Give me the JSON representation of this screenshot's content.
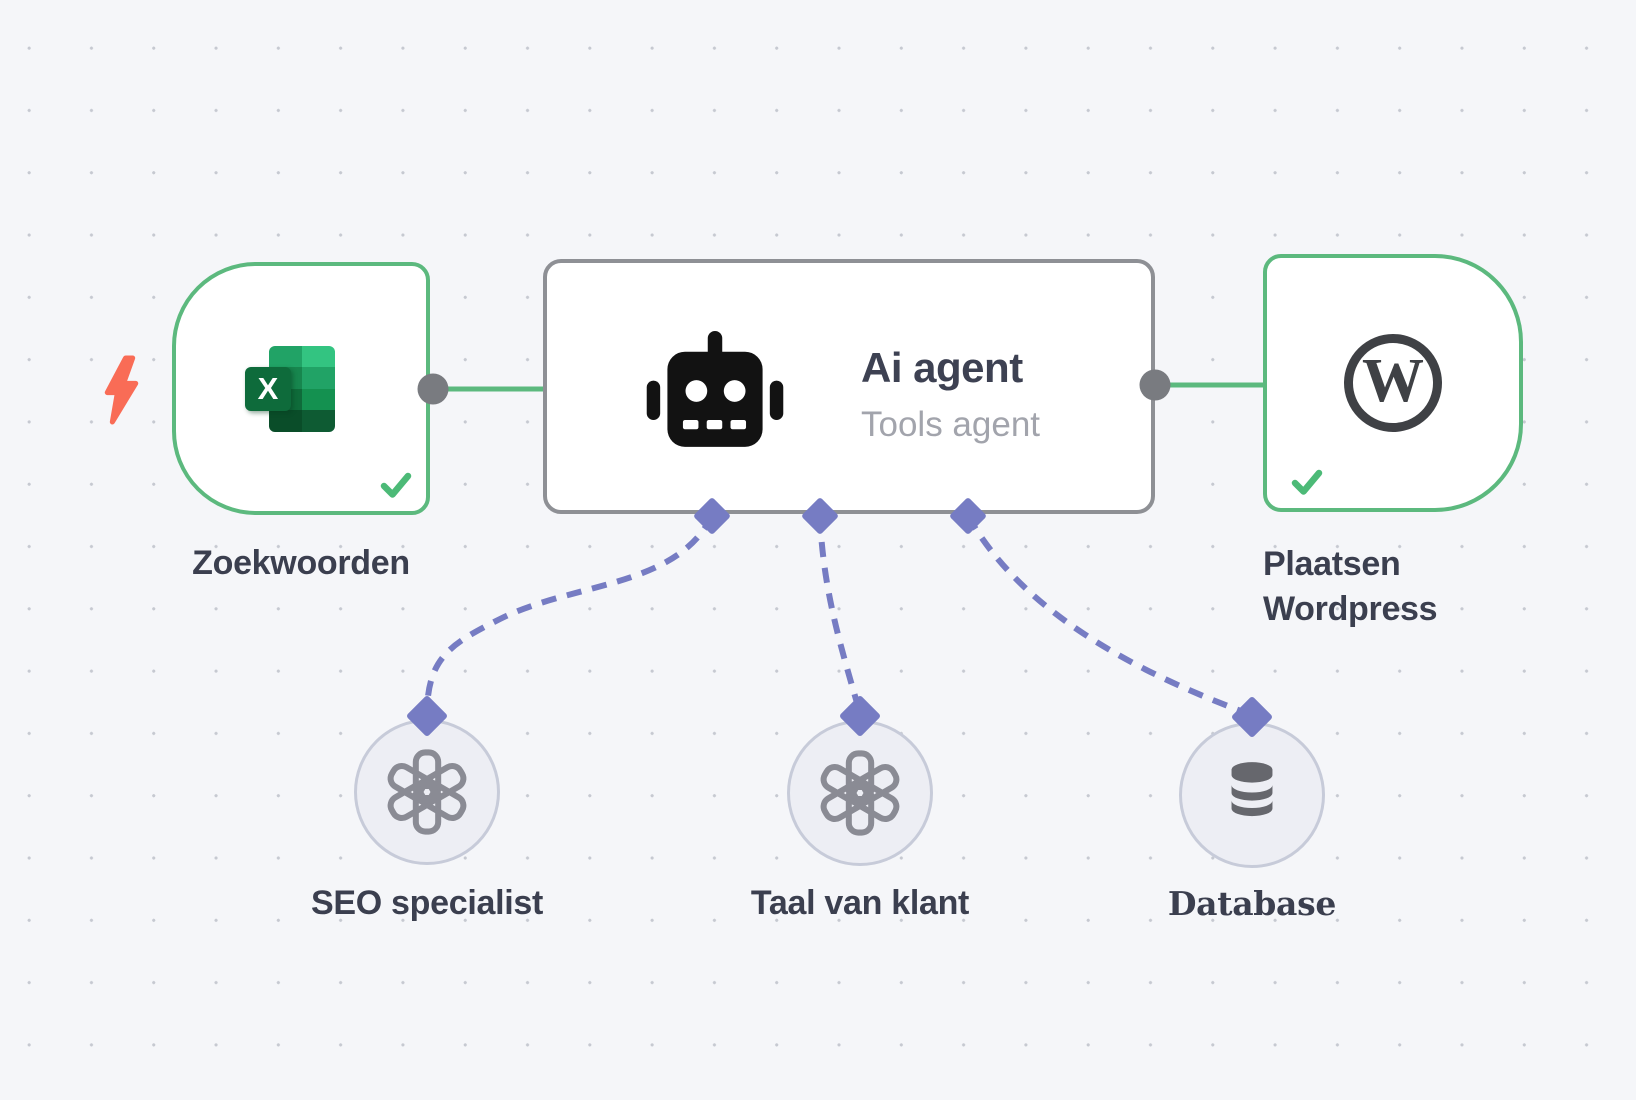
{
  "app": "workflow-canvas",
  "canvas": {
    "background_color": "#F5F6F9",
    "grid_dot_color": "#C6C9D1"
  },
  "colors": {
    "success_green": "#5CB97E",
    "agent_border_gray": "#8E9095",
    "connector_dot_gray": "#797B80",
    "tool_link_purple": "#767CC3",
    "trigger_bolt_coral": "#F96C56",
    "label_dark": "#3B3F4F",
    "subtitle_gray": "#A2A4AC",
    "tool_circle_fill": "#EDEEF4",
    "tool_circle_border": "#C7CBD9",
    "openai_logo_gray": "#8A8B94",
    "database_icon_gray": "#66676D"
  },
  "nodes": {
    "trigger": {
      "label": "Zoekwoorden",
      "icon": "excel-icon",
      "icon_letter": "X",
      "status": "success"
    },
    "agent": {
      "title": "Ai agent",
      "subtitle": "Tools agent",
      "icon": "robot-icon"
    },
    "output": {
      "label": "Plaatsen Wordpress",
      "icon": "wordpress-icon",
      "icon_letter": "W",
      "status": "success"
    },
    "tools": [
      {
        "label": "SEO specialist",
        "icon": "openai-icon"
      },
      {
        "label": "Taal van klant",
        "icon": "openai-icon"
      },
      {
        "label": "Database",
        "icon": "database-icon"
      }
    ]
  },
  "connections": [
    {
      "from": "Zoekwoorden",
      "to": "Ai agent",
      "style": "solid-green"
    },
    {
      "from": "Ai agent",
      "to": "Plaatsen Wordpress",
      "style": "solid-green"
    },
    {
      "from": "Ai agent",
      "to": "SEO specialist",
      "style": "dashed-purple"
    },
    {
      "from": "Ai agent",
      "to": "Taal van klant",
      "style": "dashed-purple"
    },
    {
      "from": "Ai agent",
      "to": "Database",
      "style": "dashed-purple"
    }
  ]
}
